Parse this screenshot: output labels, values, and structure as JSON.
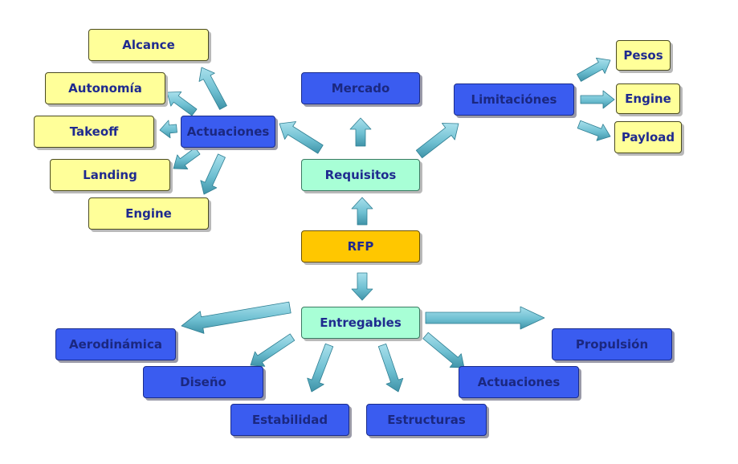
{
  "nodes": {
    "alcance": "Alcance",
    "autonomia": "Autonomía",
    "takeoff": "Takeoff",
    "landing": "Landing",
    "engine_left": "Engine",
    "actuaciones_top": "Actuaciones",
    "mercado": "Mercado",
    "limitaciones": "Limitaciónes",
    "pesos": "Pesos",
    "engine_right": "Engine",
    "payload": "Payload",
    "requisitos": "Requisitos",
    "rfp": "RFP",
    "entregables": "Entregables",
    "aerodinamica": "Aerodinámica",
    "diseno": "Diseño",
    "estabilidad": "Estabilidad",
    "estructuras": "Estructuras",
    "actuaciones_bottom": "Actuaciones",
    "propulsion": "Propulsión"
  },
  "colors": {
    "arrow_fill": "#6fc0d2",
    "arrow_edge": "#2f7f93",
    "yellow_box": "#ffff99",
    "blue_box": "#3a5cf0",
    "green_box": "#a8ffd6",
    "orange_box": "#ffc700",
    "text": "#1f2a8f"
  }
}
